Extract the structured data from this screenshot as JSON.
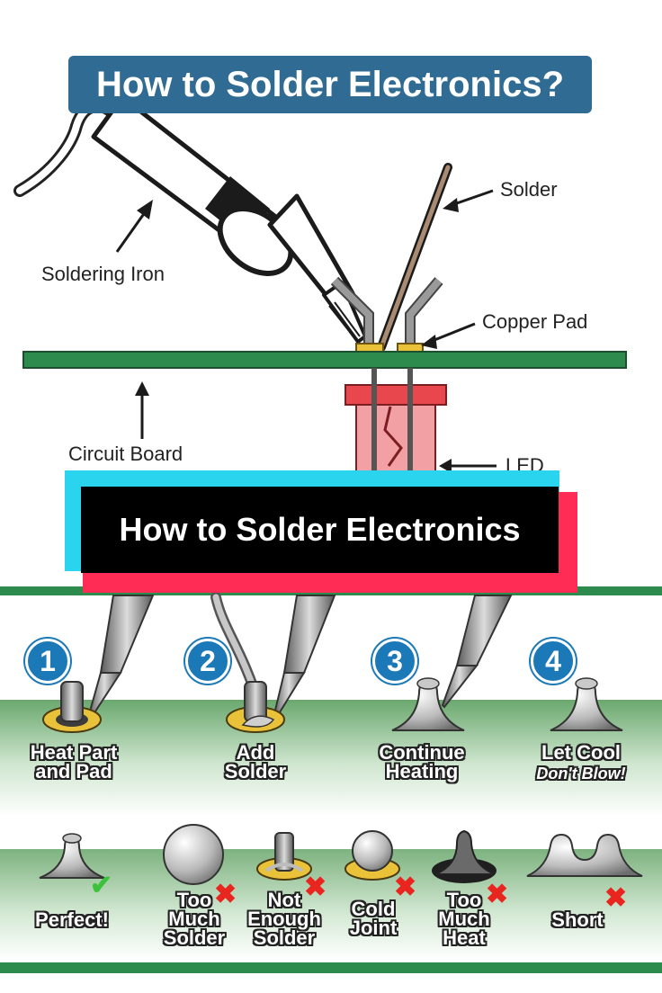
{
  "title": "How to Solder Electronics?",
  "labels": {
    "soldering_iron": "Soldering Iron",
    "solder": "Solder",
    "copper_pad": "Copper Pad",
    "circuit_board": "Circuit Board",
    "led": "LED"
  },
  "banner": "How to Solder Electronics",
  "steps": [
    {
      "number": "1",
      "caption": "Heat Part\nand Pad"
    },
    {
      "number": "2",
      "caption": "Add\nSolder"
    },
    {
      "number": "3",
      "caption": "Continue\nHeating"
    },
    {
      "number": "4",
      "caption": "Let Cool",
      "note": "Don't Blow!"
    }
  ],
  "joints": [
    {
      "caption": "Perfect!",
      "mark": "✔"
    },
    {
      "caption": "Too\nMuch\nSolder",
      "mark": "✖"
    },
    {
      "caption": "Not\nEnough\nSolder",
      "mark": "✖"
    },
    {
      "caption": "Cold\nJoint",
      "mark": "✖"
    },
    {
      "caption": "Too\nMuch\nHeat",
      "mark": "✖"
    },
    {
      "caption": "Short",
      "mark": "✖"
    }
  ],
  "colors": {
    "title_bg": "#2f6b92",
    "board_green": "#2e8b4e",
    "banner_cyan": "#2ad4ee",
    "banner_red": "#ff2d55",
    "step_blue": "#1c79b8",
    "copper": "#e9c23a",
    "led_red": "#e8484d"
  }
}
